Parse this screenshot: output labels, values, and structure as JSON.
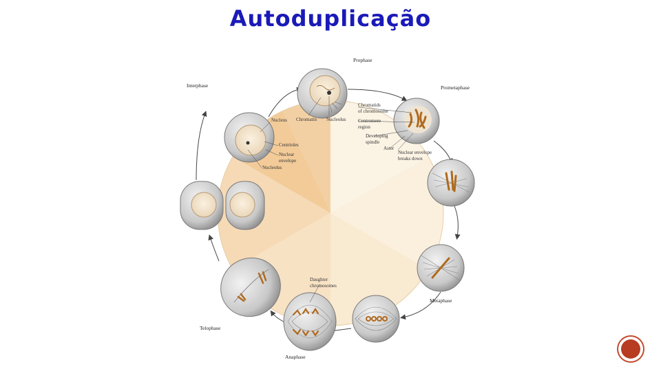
{
  "title": "Autoduplicação",
  "stages": {
    "prophase": "Prophase",
    "prometaphase": "Prometaphase",
    "metaphase": "Metaphase",
    "anaphase": "Anaphase",
    "telophase": "Telophase",
    "interphase": "Interphase"
  },
  "labels": {
    "nucleus": "Nucleus",
    "centrioles": "Centrioles",
    "nuclear_envelope_1": "Nuclear",
    "nuclear_envelope_2": "envelope",
    "nucleolus_interphase": "Nucleolus",
    "chromatin": "Chromatin",
    "nucleolus_prophase": "Nucleolus",
    "chromatids_1": "Chromatids",
    "chromatids_2": "of chromosome",
    "centromere_1": "Centromere",
    "centromere_2": "region",
    "spindle_1": "Developing",
    "spindle_2": "spindle",
    "aster": "Aster",
    "breaks_1": "Nuclear envelope",
    "breaks_2": "breaks down",
    "daughter_1": "Daughter",
    "daughter_2": "chromosomes"
  }
}
